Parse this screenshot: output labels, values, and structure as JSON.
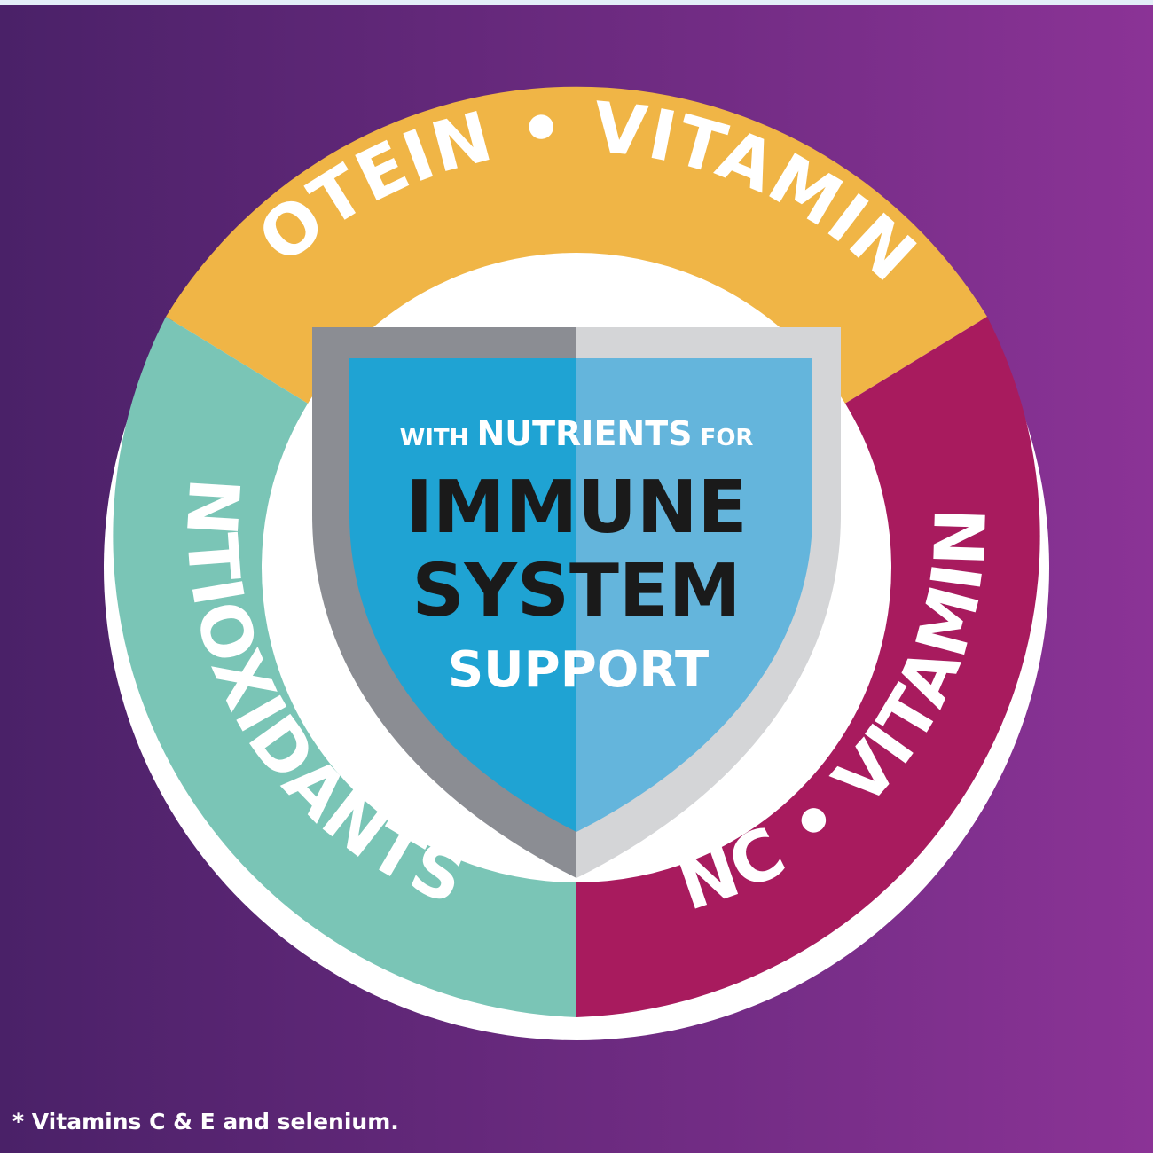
{
  "ring": {
    "top_label": "PROTEIN • VITAMIN A",
    "right_label": "ZINC • VITAMIN D",
    "left_label": "ANTIOXIDANTS*",
    "colors": {
      "background_left": "#4a2168",
      "background_right": "#8b3396",
      "top_segment": "#f0b546",
      "right_segment": "#a81b5e",
      "left_segment": "#7ac5b6",
      "outer_ring": "#ffffff"
    }
  },
  "shield": {
    "icon": "shield-icon",
    "line1_small_a": "WITH ",
    "line1_big": "NUTRIENTS",
    "line1_small_b": " FOR",
    "line2": "IMMUNE",
    "line3": "SYSTEM",
    "line4": "SUPPORT",
    "colors": {
      "left_blue": "#1fa3d3",
      "right_blue": "#64b5dc",
      "left_border": "#8b8d93",
      "right_border": "#d4d5d7"
    }
  },
  "footnote": "* Vitamins C & E and selenium."
}
